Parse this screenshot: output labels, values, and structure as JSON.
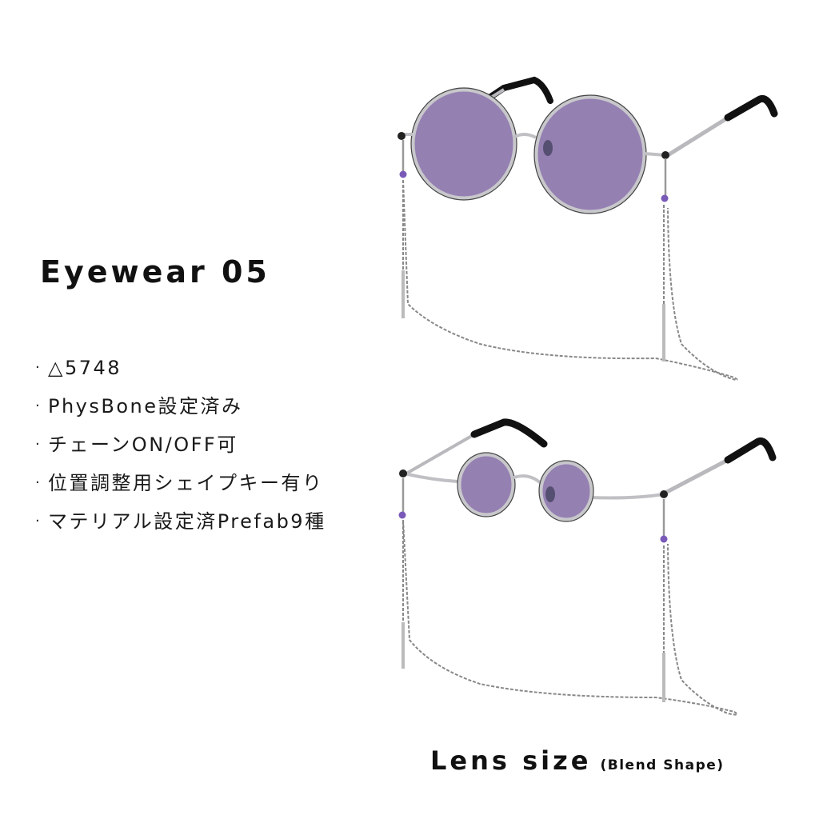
{
  "product": {
    "title": "Eyewear 05"
  },
  "features": [
    {
      "bullet": "·",
      "text": "△5748"
    },
    {
      "bullet": "·",
      "text": "PhysBone設定済み"
    },
    {
      "bullet": "·",
      "text": "チェーンON/OFF可"
    },
    {
      "bullet": "·",
      "text": "位置調整用シェイプキー有り"
    },
    {
      "bullet": "·",
      "text": "マテリアル設定済Prefab9種"
    }
  ],
  "caption": {
    "main": "Lens size",
    "sub": "(Blend Shape)"
  },
  "images": [
    {
      "name": "large-lens-glasses",
      "variant": "large lens"
    },
    {
      "name": "small-lens-glasses",
      "variant": "small lens"
    }
  ],
  "colors": {
    "background": "#ffffff",
    "text": "#111111",
    "lens": "#9580b2",
    "frame": "#c8c8cc",
    "frame_dark": "#3a3a3a",
    "temple_tip": "#111111",
    "gem": "#7a5ab8",
    "chain": "#8a8a8a"
  }
}
